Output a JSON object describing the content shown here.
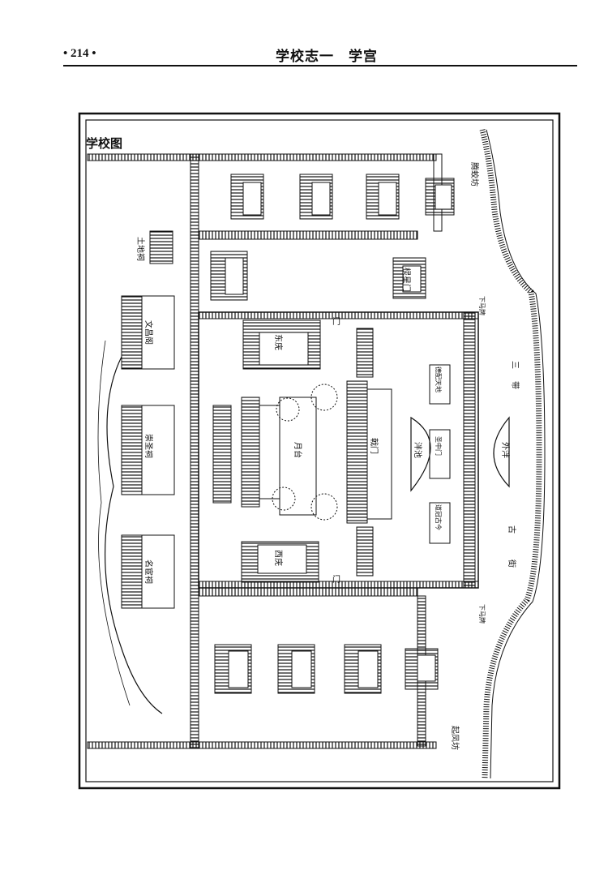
{
  "header": {
    "page_number": "• 214 •",
    "title": "学校志一　学宫"
  },
  "figure": {
    "title": "学校图",
    "labels": {
      "lingxing_gate": "棂星门",
      "panchi": "泮池",
      "wai_pan": "外泮",
      "ji_gate": "戟门",
      "yuetai": "月台",
      "arch1": "德配天地",
      "arch2": "圣中门",
      "arch3": "道冠古今",
      "xiama1": "下马牌",
      "xiama2": "下马牌",
      "tudi": "土地祠",
      "wenchang": "文昌阁",
      "chongsheng": "崇圣祠",
      "minghuan": "名宦祠",
      "east_hall": "东庑",
      "west_hall": "西庑",
      "gate_a": "门",
      "gate_b": "门",
      "top_fang": "腾蛟坊",
      "bottom_fang": "起凤坊",
      "road1": "街",
      "road2": "古",
      "road3": "三",
      "road4": "带"
    }
  }
}
